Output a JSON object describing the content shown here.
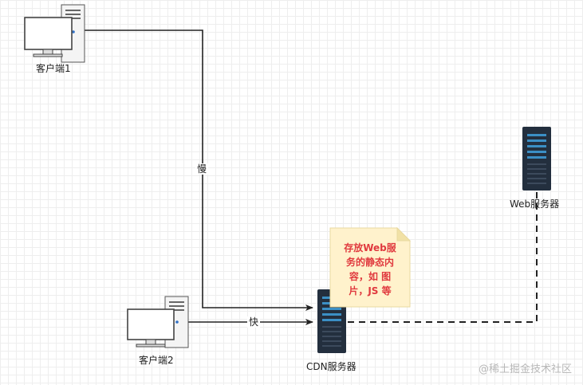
{
  "nodes": {
    "client1": "客户端1",
    "client2": "客户端2",
    "cdn_server": "CDN服务器",
    "web_server": "Web服务器"
  },
  "edges": {
    "slow": "慢",
    "fast": "快"
  },
  "note": "存放Web服\n务的静态内\n容，如 图\n片，JS 等",
  "watermark": "@稀土掘金技术社区",
  "colors": {
    "note_fill": "#fff2cc",
    "note_text": "#e0393e",
    "server_body": "#232f3e",
    "server_accent": "#3b8fc5"
  },
  "icons": [
    "desktop-computer-icon",
    "server-rack-icon",
    "sticky-note-icon"
  ]
}
